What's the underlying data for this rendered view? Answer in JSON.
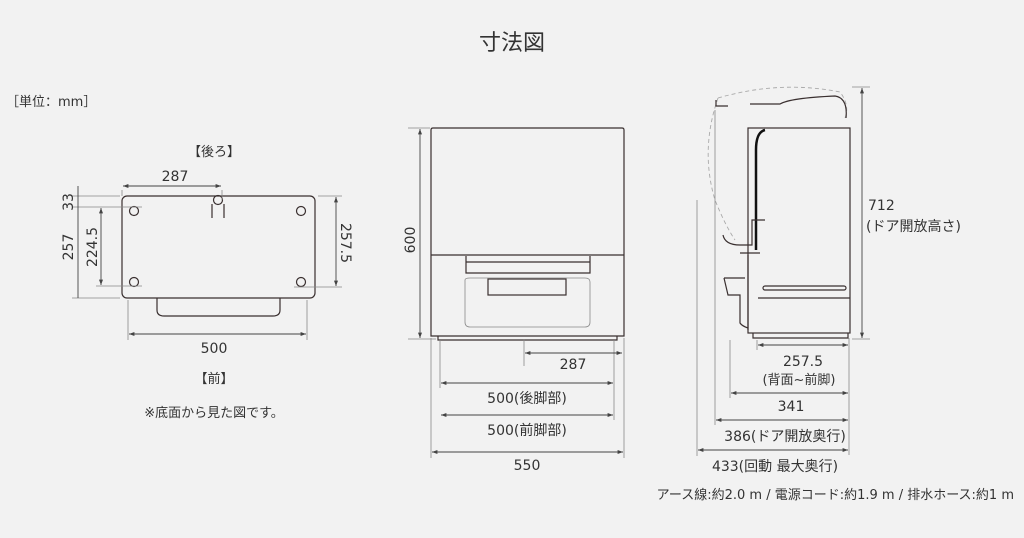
{
  "title": "寸法図",
  "unit": "［単位：mm］",
  "bottom_view": {
    "rear_label": "【後ろ】",
    "front_label": "【前】",
    "note": "※底面から見た図です。",
    "dims": {
      "d287": "287",
      "d33": "33",
      "d257": "257",
      "d224_5": "224.5",
      "d257_5": "257.5",
      "d500": "500"
    }
  },
  "front_view": {
    "dims": {
      "d600": "600",
      "d287": "287",
      "d500_rear": "500(後脚部)",
      "d500_front": "500(前脚部)",
      "d550": "550"
    }
  },
  "side_view": {
    "dims": {
      "d712": "712",
      "d712_note": "(ドア開放高さ)",
      "d257_5": "257.5",
      "d257_5_note": "(背面~前脚)",
      "d341": "341",
      "d386": "386(ドア開放奥行)",
      "d433": "433(回動 最大奥行)"
    }
  },
  "footer": "アース線:約2.0 m / 電源コード:約1.9 m / 排水ホース:約1 m"
}
